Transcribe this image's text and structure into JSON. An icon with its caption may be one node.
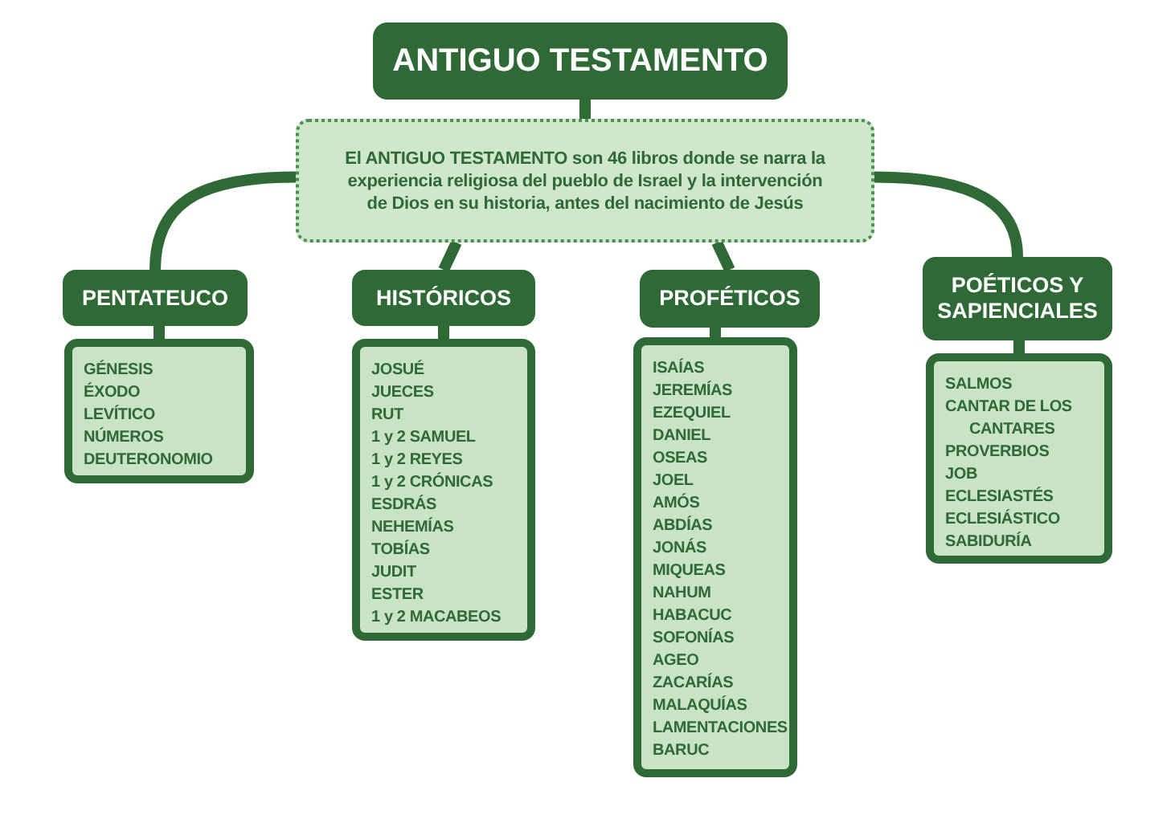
{
  "diagram": {
    "nodes": [
      {
        "text": [
          "ANTIGUO TESTAMENTO"
        ]
      },
      {
        "text": [
          "El ANTIGUO TESTAMENTO son 46 libros donde se narra la experiencia religiosa del pueblo de Israel y la intervención de Dios en su historia, antes del nacimiento de Jesús"
        ]
      },
      {
        "text": [
          "PENTATEUCO"
        ]
      },
      {
        "text": [
          "GÉNESIS",
          "ÉXODO",
          "LEVÍTICO",
          "NÚMEROS",
          "DEUTERONOMIO"
        ]
      },
      {
        "text": [
          "HISTÓRICOS"
        ]
      },
      {
        "text": [
          "JOSUÉ",
          "JUECES",
          "RUT",
          "1 y 2 SAMUEL",
          "1 y 2 REYES",
          "1 y 2 CRÓNICAS",
          "ESDRÁS",
          "NEHEMÍAS",
          "TOBÍAS",
          "JUDIT",
          "ESTER",
          "1 y 2 MACABEOS"
        ]
      },
      {
        "text": [
          "PROFÉTICOS"
        ]
      },
      {
        "text": [
          "ISAÍAS",
          "JEREMÍAS",
          "EZEQUIEL",
          "DANIEL",
          "OSEAS",
          "JOEL",
          "AMÓS",
          "ABDÍAS",
          "JONÁS",
          "MIQUEAS",
          "NAHUM",
          "HABACUC",
          "SOFONÍAS",
          "AGEO",
          "ZACARÍAS",
          "MALAQUÍAS",
          "LAMENTACIONES",
          "BARUC"
        ]
      },
      {
        "text": [
          "POÉTICOS Y SAPIENCIALES"
        ]
      },
      {
        "text": [
          "SALMOS",
          "CANTAR DE LOS CANTARES",
          "PROVERBIOS",
          "JOB",
          "ECLESIASTÉS",
          "ECLESIÁSTICO",
          "SABIDURÍA"
        ]
      }
    ],
    "edges": [
      {
        "from": 0,
        "to": 1,
        "arrow": "none"
      },
      {
        "from": 1,
        "to": 2,
        "arrow": "none"
      },
      {
        "from": 1,
        "to": 4,
        "arrow": "none"
      },
      {
        "from": 1,
        "to": 6,
        "arrow": "none"
      },
      {
        "from": 1,
        "to": 8,
        "arrow": "none"
      },
      {
        "from": 2,
        "to": 3,
        "arrow": "none"
      },
      {
        "from": 4,
        "to": 5,
        "arrow": "none"
      },
      {
        "from": 6,
        "to": 7,
        "arrow": "none"
      },
      {
        "from": 8,
        "to": 9,
        "arrow": "none"
      }
    ]
  }
}
